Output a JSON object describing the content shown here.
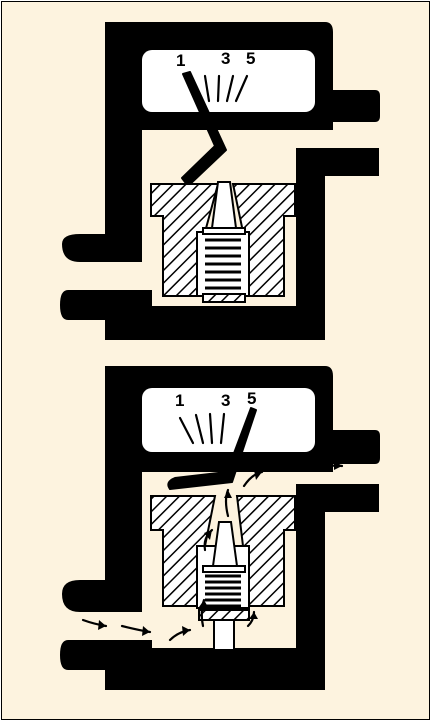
{
  "colors": {
    "background": "#fdf3df",
    "housing": "#000000",
    "dial_face": "#ffffff",
    "air_gap": "#fdf3df"
  },
  "top_diagram": {
    "state": "closed",
    "dial_labels": [
      "1",
      "3",
      "5"
    ],
    "needle_points_to": "1"
  },
  "bottom_diagram": {
    "state": "open",
    "dial_labels": [
      "1",
      "3",
      "5"
    ],
    "needle_points_to": "5",
    "airflow": "arrows"
  }
}
